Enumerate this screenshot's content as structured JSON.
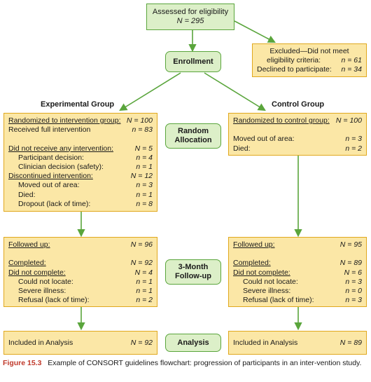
{
  "assessed": {
    "line1": "Assessed for eligibility",
    "line2": "N = 295"
  },
  "excluded": {
    "line1": "Excluded—Did not meet",
    "line2": "eligibility criteria:",
    "line2_val": "n = 61",
    "line3": "Declined to participate:",
    "line3_val": "n = 34"
  },
  "enrollment": "Enrollment",
  "experimental_heading": "Experimental Group",
  "control_heading": "Control Group",
  "random_allocation": {
    "line1": "Random",
    "line2": "Allocation"
  },
  "exp_alloc": [
    {
      "label": "Randomized to intervention group:",
      "value": "N = 100",
      "ul": true,
      "indent": false
    },
    {
      "label": "Received full intervention",
      "value": "n = 83",
      "ul": false,
      "indent": false
    },
    {
      "label": "",
      "value": "",
      "ul": false,
      "indent": false
    },
    {
      "label": "Did not receive any intervention:",
      "value": "N = 5",
      "ul": true,
      "indent": false
    },
    {
      "label": "Participant decision:",
      "value": "n = 4",
      "ul": false,
      "indent": true
    },
    {
      "label": "Clinician decision (safety):",
      "value": "n = 1",
      "ul": false,
      "indent": true
    },
    {
      "label": "Discontinued intervention:",
      "value": "N = 12",
      "ul": true,
      "indent": false
    },
    {
      "label": "Moved out of area:",
      "value": "n = 3",
      "ul": false,
      "indent": true
    },
    {
      "label": "Died:",
      "value": "n = 1",
      "ul": false,
      "indent": true
    },
    {
      "label": "Dropout (lack of time):",
      "value": "n = 8",
      "ul": false,
      "indent": true
    }
  ],
  "ctrl_alloc": [
    {
      "label": "Randomized to control group:",
      "value": "N = 100",
      "ul": true,
      "indent": false
    },
    {
      "label": "",
      "value": "",
      "ul": false,
      "indent": false
    },
    {
      "label": "Moved out of area:",
      "value": "n = 3",
      "ul": false,
      "indent": false
    },
    {
      "label": "Died:",
      "value": "n = 2",
      "ul": false,
      "indent": false
    }
  ],
  "followup": {
    "line1": "3-Month",
    "line2": "Follow-up"
  },
  "exp_follow": [
    {
      "label": "Followed up:",
      "value": "N = 96",
      "ul": true,
      "indent": false
    },
    {
      "label": "",
      "value": "",
      "ul": false,
      "indent": false
    },
    {
      "label": "Completed:",
      "value": "N = 92",
      "ul": true,
      "indent": false
    },
    {
      "label": "Did not complete:",
      "value": "N = 4",
      "ul": true,
      "indent": false
    },
    {
      "label": "Could not locate:",
      "value": "n = 1",
      "ul": false,
      "indent": true
    },
    {
      "label": "Severe illness:",
      "value": "n = 1",
      "ul": false,
      "indent": true
    },
    {
      "label": "Refusal (lack of time):",
      "value": "n = 2",
      "ul": false,
      "indent": true
    }
  ],
  "ctrl_follow": [
    {
      "label": "Followed up:",
      "value": "N = 95",
      "ul": true,
      "indent": false
    },
    {
      "label": "",
      "value": "",
      "ul": false,
      "indent": false
    },
    {
      "label": "Completed:",
      "value": "N = 89",
      "ul": true,
      "indent": false
    },
    {
      "label": "Did not complete:",
      "value": "N = 6",
      "ul": true,
      "indent": false
    },
    {
      "label": "Could not locate:",
      "value": "n = 3",
      "ul": false,
      "indent": true
    },
    {
      "label": "Severe illness:",
      "value": "n = 0",
      "ul": false,
      "indent": true
    },
    {
      "label": "Refusal (lack of time):",
      "value": "n = 3",
      "ul": false,
      "indent": true
    }
  ],
  "analysis": "Analysis",
  "exp_analysis": {
    "label": "Included in Analysis",
    "value": "N = 92"
  },
  "ctrl_analysis": {
    "label": "Included in Analysis",
    "value": "N = 89"
  },
  "caption": {
    "figure": "Figure 15.3",
    "text": "Example of CONSORT guidelines flowchart: progression of participants in an inter-vention study."
  },
  "colors": {
    "yellow_fill": "#fbe7a6",
    "yellow_border": "#e0a81e",
    "green_fill": "#dcefc8",
    "green_border": "#5aa53c",
    "figure_red": "#c0392b"
  }
}
